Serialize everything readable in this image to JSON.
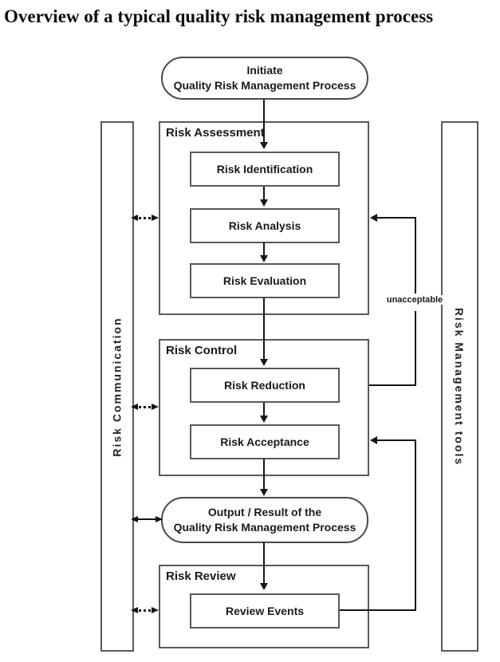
{
  "page": {
    "title": "Overview of a typical quality risk management process"
  },
  "bars": {
    "left_label": "Risk Communication",
    "right_label": "Risk Management tools"
  },
  "terminals": {
    "initiate": {
      "line1": "Initiate",
      "line2": "Quality Risk Management Process"
    },
    "output": {
      "line1": "Output / Result of the",
      "line2": "Quality Risk Management Process"
    }
  },
  "containers": [
    {
      "label": "Risk Assessment",
      "boxes": [
        "Risk Identification",
        "Risk Analysis",
        "Risk Evaluation"
      ]
    },
    {
      "label": "Risk Control",
      "boxes": [
        "Risk Reduction",
        "Risk Acceptance"
      ]
    },
    {
      "label": "Risk Review",
      "boxes": [
        "Review Events"
      ]
    }
  ],
  "annotations": {
    "feedback_label": "unacceptable"
  },
  "colors": {
    "background": "#ffffff",
    "box_border": "#595959",
    "line": "#151515",
    "text": "#111111"
  }
}
